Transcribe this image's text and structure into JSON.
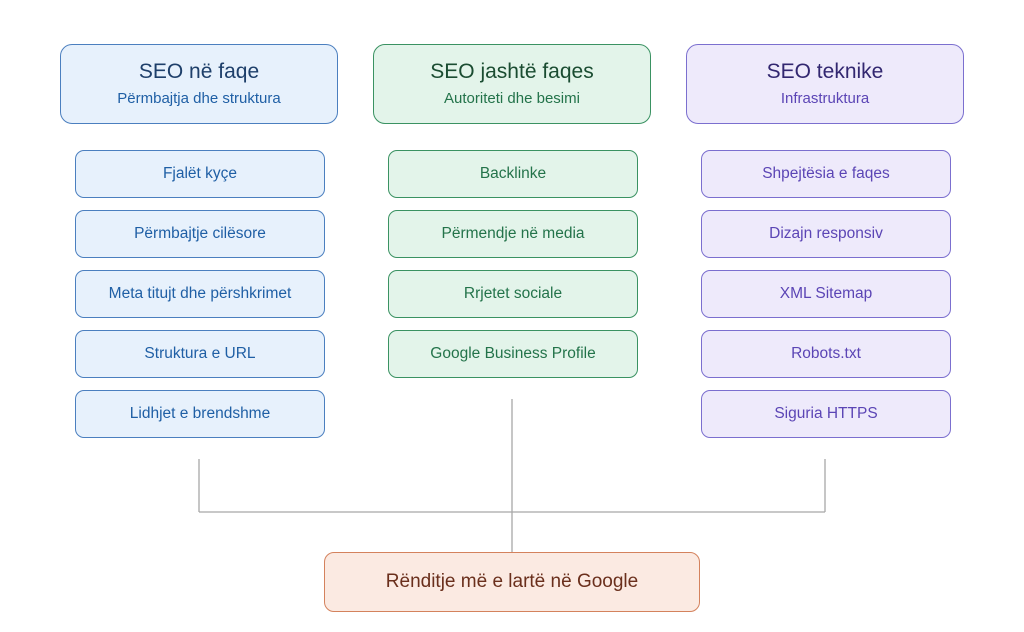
{
  "columns": [
    {
      "id": "on_page",
      "title": "SEO në faqe",
      "subtitle": "Përmbajtja dhe struktura",
      "items": [
        "Fjalët kyçe",
        "Përmbajtje cilësore",
        "Meta titujt dhe përshkrimet",
        "Struktura e URL",
        "Lidhjet e brendshme"
      ]
    },
    {
      "id": "off_page",
      "title": "SEO jashtë faqes",
      "subtitle": "Autoriteti dhe besimi",
      "items": [
        "Backlinke",
        "Përmendje në media",
        "Rrjetet sociale",
        "Google Business Profile"
      ]
    },
    {
      "id": "technical",
      "title": "SEO teknike",
      "subtitle": "Infrastruktura",
      "items": [
        "Shpejtësia e faqes",
        "Dizajn responsiv",
        "XML Sitemap",
        "Robots.txt",
        "Siguria HTTPS"
      ]
    }
  ],
  "result": "Rënditje më e lartë në Google",
  "colors": {
    "blue_fill": "#e7f1fc",
    "blue_border": "#4b7fbf",
    "green_fill": "#e3f4ea",
    "green_border": "#3a9262",
    "purple_fill": "#eeeafb",
    "purple_border": "#7b6fcf",
    "result_fill": "#fbeae2",
    "result_border": "#d4825d",
    "connector": "#a8a8a8"
  }
}
